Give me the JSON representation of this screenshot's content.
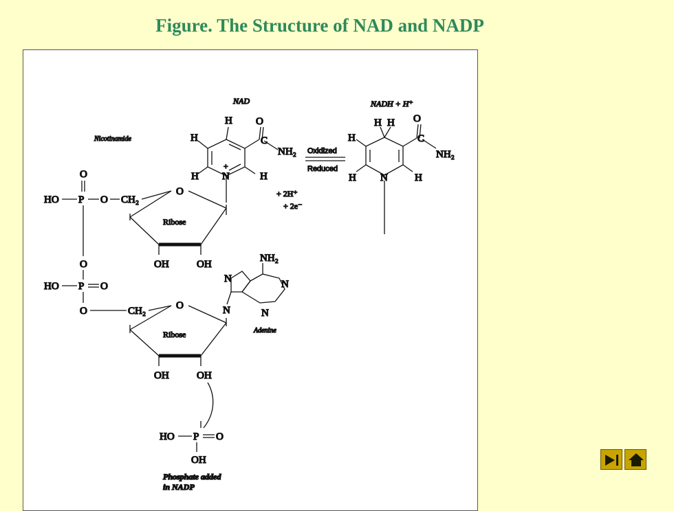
{
  "title": "Figure. The Structure of NAD and NADP",
  "figure": {
    "nad_label": "NAD",
    "nadh_label": "NADH + H⁺",
    "nicotinamide_label": "Nicotinamide",
    "oxidized_label": "Oxidized",
    "reduced_label": "Reduced",
    "protons": "+ 2H⁺",
    "electrons": "+ 2e⁻",
    "ribose_label": "Ribose",
    "adenine_label": "Adenine",
    "phosphate_note_line1": "Phosphate added",
    "phosphate_note_line2": "in NADP",
    "atoms": {
      "H": "H",
      "O": "O",
      "N": "N",
      "C": "C",
      "P": "P",
      "NH2": "NH₂",
      "OH": "OH",
      "CH2": "CH₂",
      "HO": "HO",
      "plus": "+"
    }
  },
  "nav": {
    "play_icon": "play-end-icon",
    "home_icon": "home-icon",
    "accent": "#c8a400"
  }
}
